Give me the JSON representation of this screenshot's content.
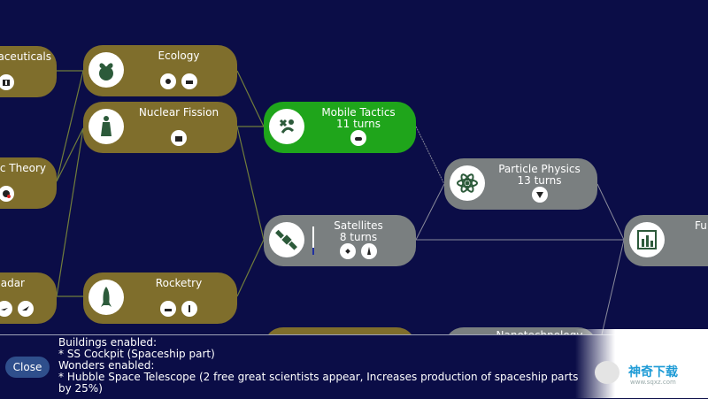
{
  "colors": {
    "background": "#0b0d47",
    "researched": "#7f6e2c",
    "selected": "#1fa51b",
    "available": "#7a7f80",
    "connector": "#7d8a3a"
  },
  "nodes": [
    {
      "id": "pharmaceuticals",
      "title": "aceuticals",
      "turns": "",
      "state": "researched",
      "icon": "pill-icon",
      "buildings": [
        "hospital-icon"
      ]
    },
    {
      "id": "ecology",
      "title": "Ecology",
      "turns": "",
      "state": "researched",
      "icon": "plant-globe-icon",
      "buildings": [
        "solar-icon",
        "farm-icon"
      ]
    },
    {
      "id": "nuclear-fission",
      "title": "Nuclear Fission",
      "turns": "",
      "state": "researched",
      "icon": "cooling-tower-icon",
      "buildings": [
        "reactor-icon"
      ]
    },
    {
      "id": "atomic-theory",
      "title": "ic Theory",
      "turns": "",
      "state": "researched",
      "icon": "atom-icon",
      "buildings": [
        "radiation-icon"
      ]
    },
    {
      "id": "radar",
      "title": "adar",
      "turns": "",
      "state": "researched",
      "icon": "radar-icon",
      "buildings": [
        "plane-icon",
        "jet-icon"
      ]
    },
    {
      "id": "rocketry",
      "title": "Rocketry",
      "turns": "",
      "state": "researched",
      "icon": "rocket-icon",
      "buildings": [
        "artillery-icon",
        "missile-icon"
      ]
    },
    {
      "id": "mobile-tactics",
      "title": "Mobile Tactics",
      "turns": "11 turns",
      "state": "selected",
      "icon": "tactics-icon",
      "buildings": [
        "tank-icon"
      ]
    },
    {
      "id": "satellites",
      "title": "Satellites",
      "turns": "8 turns",
      "state": "available",
      "icon": "satellite-icon",
      "buildings": [
        "satellite-unit-icon",
        "spaceship-icon"
      ]
    },
    {
      "id": "particle-physics",
      "title": "Particle Physics",
      "turns": "13 turns",
      "state": "available",
      "icon": "atom-orbit-icon",
      "buildings": [
        "collider-icon"
      ]
    },
    {
      "id": "future",
      "title": "Fu",
      "turns": "",
      "state": "available",
      "icon": "chart-icon",
      "buildings": []
    },
    {
      "id": "nanotechnology",
      "title": "Nanotechnology",
      "turns": "",
      "state": "available",
      "icon": "",
      "buildings": []
    }
  ],
  "panel": {
    "close_label": "Close",
    "lines": [
      "Buildings enabled:",
      "* SS Cockpit (Spaceship part)",
      "Wonders enabled:",
      " * Hubble Space Telescope (2 free great scientists appear, Increases production of spaceship parts by 25%)"
    ]
  },
  "watermark": {
    "text": "神奇下载",
    "small": "www.sqxz.com"
  }
}
